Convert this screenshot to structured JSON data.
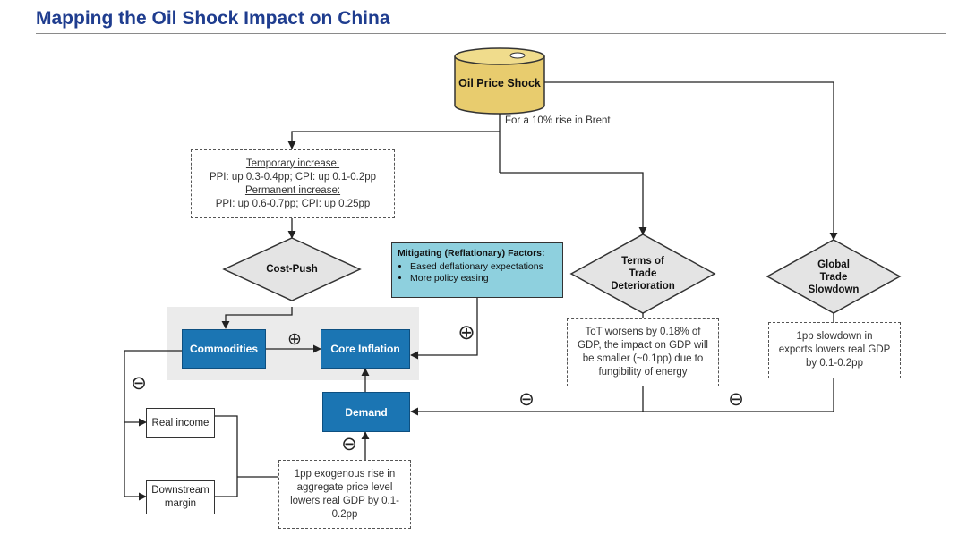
{
  "title": "Mapping the Oil Shock Impact on China",
  "oil_shock": {
    "label": "Oil Price Shock",
    "note": "For a 10% rise in Brent"
  },
  "price_box": {
    "temp_header": "Temporary increase:",
    "temp_values": "PPI: up 0.3-0.4pp; CPI: up 0.1-0.2pp",
    "perm_header": "Permanent increase:",
    "perm_values": "PPI: up 0.6-0.7pp; CPI: up 0.25pp"
  },
  "diamonds": {
    "cost_push": "Cost-Push",
    "terms_of_trade": [
      "Terms of",
      "Trade",
      "Deterioration"
    ],
    "global_trade": [
      "Global",
      "Trade",
      "Slowdown"
    ]
  },
  "mitigating": {
    "header": "Mitigating (Reflationary) Factors:",
    "items": [
      "Eased deflationary expectations",
      "More policy easing"
    ]
  },
  "nodes": {
    "commodities": "Commodities",
    "core_inflation": "Core Inflation",
    "demand": "Demand",
    "real_income": "Real income",
    "downstream_margin": [
      "Downstream",
      "margin"
    ]
  },
  "notes": {
    "tot": [
      "ToT worsens by 0.18% of",
      "GDP, the impact on GDP will",
      "be smaller (~0.1pp) due to",
      "fungibility of energy"
    ],
    "exports": [
      "1pp slowdown in",
      "exports lowers real GDP",
      "by 0.1-0.2pp"
    ],
    "price_level": [
      "1pp exogenous rise in",
      "aggregate price level",
      "lowers real GDP by 0.1-",
      "0.2pp"
    ]
  },
  "signs": {
    "plus": "⊕",
    "minus": "⊖"
  },
  "colors": {
    "title_blue": "#1f3d8f",
    "node_blue": "#1b75b3",
    "mitigating_fill": "#8ed0de",
    "barrel_fill": "#e8cc6e",
    "diamond_fill": "#e4e4e4",
    "highlight_panel": "#ebebeb"
  }
}
